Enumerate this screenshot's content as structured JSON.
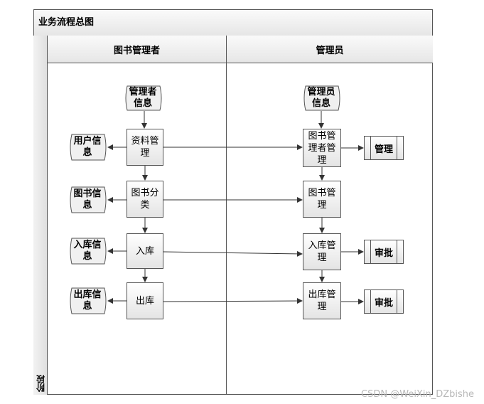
{
  "diagram": {
    "title": "业务流程总图",
    "phase_label": "阶段",
    "lanes": [
      {
        "name": "图书管理者"
      },
      {
        "name": "管理员"
      }
    ],
    "documents": {
      "manager_info": "管理者信息",
      "admin_info": "管理员信息",
      "user_info": "用户信息",
      "book_info": "图书信息",
      "stockin_info": "入库信息",
      "stockout_info": "出库信息"
    },
    "processes": {
      "data_mgmt": "资料管理",
      "book_category": "图书分类",
      "stock_in": "入库",
      "stock_out": "出库",
      "book_manager_mgmt": "图书管理者管理",
      "book_mgmt": "图书管理",
      "stockin_mgmt": "入库管理",
      "stockout_mgmt": "出库管理"
    },
    "subprocesses": {
      "manage": "管理",
      "approve_1": "审批",
      "approve_2": "审批"
    }
  },
  "watermark": "CSDN @WeiXin_DZbishe",
  "colors": {
    "line": "#555555",
    "fill_top": "#ffffff",
    "fill_bottom": "#e4e4e4"
  }
}
